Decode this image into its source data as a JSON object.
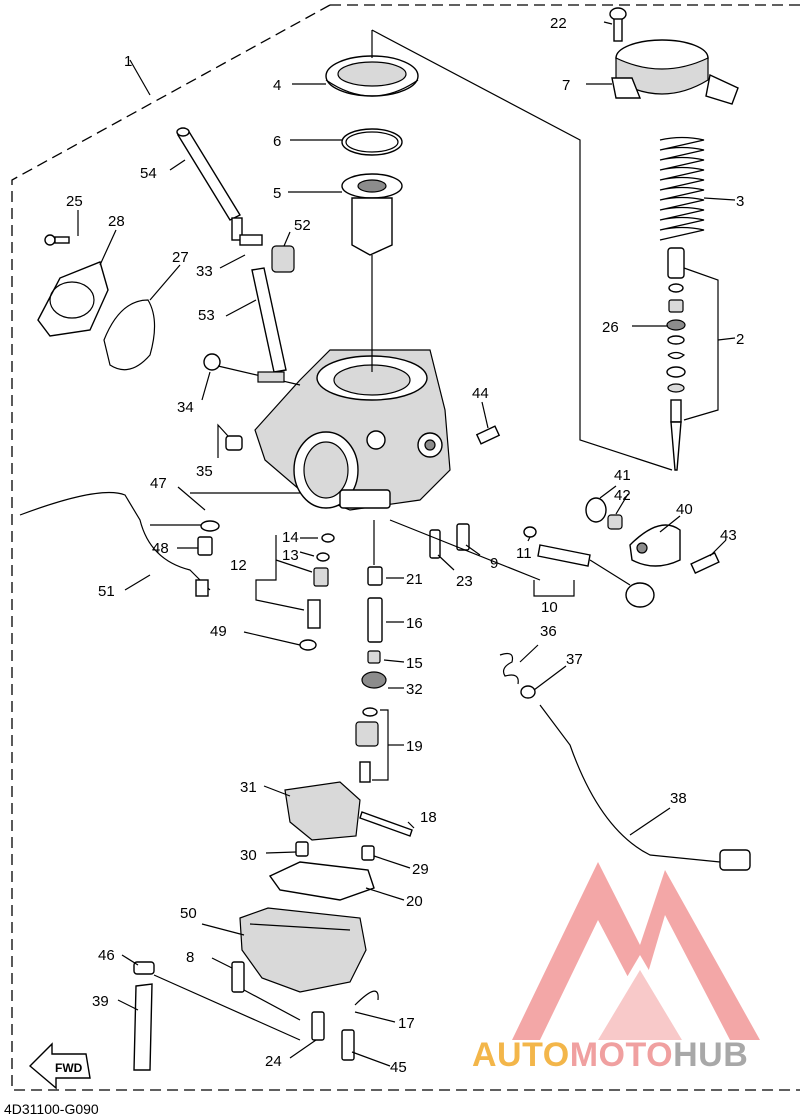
{
  "diagram": {
    "catalog_code": "4D31100-G090",
    "fwd_label": "FWD",
    "callouts": [
      "1",
      "2",
      "3",
      "4",
      "5",
      "6",
      "7",
      "8",
      "9",
      "10",
      "11",
      "12",
      "13",
      "14",
      "15",
      "16",
      "17",
      "18",
      "19",
      "20",
      "21",
      "22",
      "23",
      "24",
      "25",
      "26",
      "27",
      "28",
      "29",
      "30",
      "31",
      "32",
      "33",
      "34",
      "35",
      "36",
      "37",
      "38",
      "39",
      "40",
      "41",
      "42",
      "43",
      "44",
      "45",
      "46",
      "47",
      "48",
      "49",
      "50",
      "51",
      "52",
      "53",
      "54"
    ]
  },
  "watermark": {
    "part1": "AUTO",
    "part2": "MOTO",
    "part3": "HUB",
    "colors": {
      "auto": "#f3b64a",
      "moto": "#f0a0a0",
      "hub": "#a8a8a8",
      "logo": "#f08a8a"
    }
  }
}
